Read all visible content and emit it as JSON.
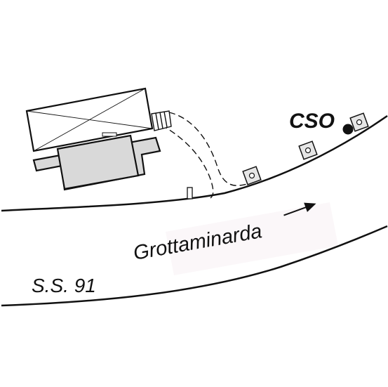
{
  "labels": {
    "station": "CSO",
    "road_name": "Grottaminarda",
    "road_number": "S.S. 91"
  },
  "icons": {
    "direction": "arrow-right-icon",
    "station_marker": "filled-circle-icon",
    "sensor": "sensor-box-icon"
  },
  "colors": {
    "line": "#111111",
    "building_fill": "#d9d9d9",
    "background": "#ffffff",
    "road_tint": "#fbf7f9"
  }
}
